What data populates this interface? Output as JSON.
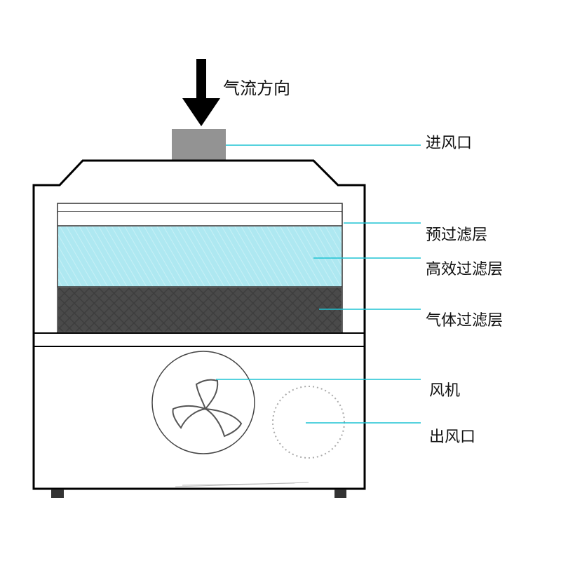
{
  "airflow_label": "气流方向",
  "labels": {
    "inlet": "进风口",
    "pre_filter": "预过滤层",
    "hepa_filter": "高效过滤层",
    "gas_filter": "气体过滤层",
    "fan": "风机",
    "outlet": "出风口"
  },
  "colors": {
    "leader": "#1fc3d3",
    "hepa": "#aee8f1",
    "gas": "#4a4a4a",
    "inlet": "#939393"
  }
}
